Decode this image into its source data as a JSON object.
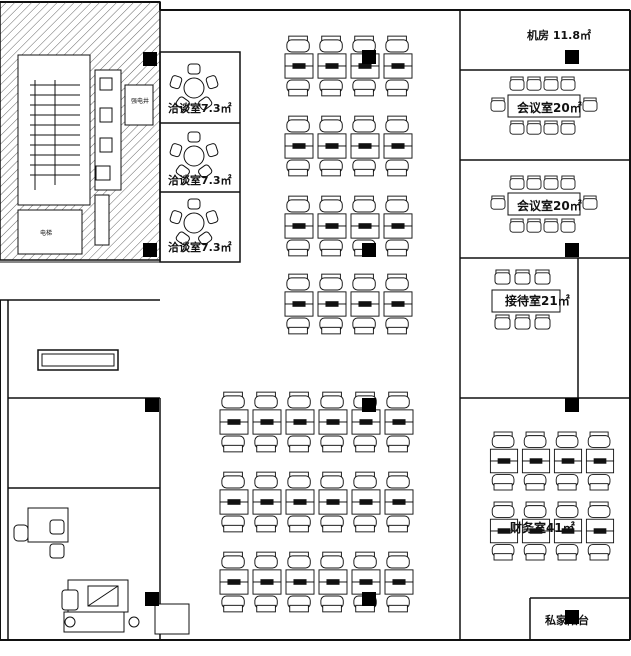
{
  "rooms": {
    "negotiation_1": "洽谈室7.3㎡",
    "negotiation_2": "洽谈室7.3㎡",
    "negotiation_3": "洽谈室7.3㎡",
    "machine_room": "机房 11.8㎡",
    "meeting_1": "会议室20㎡",
    "meeting_2": "会议室20㎡",
    "reception": "接待室21㎡",
    "finance": "财务室41㎡",
    "balcony": "私家阳台"
  },
  "core": {
    "small_label": "强电井",
    "shaft_label": "电梯"
  },
  "colors": {
    "line": "#111111",
    "hatch": "#555555",
    "column": "#000000"
  }
}
